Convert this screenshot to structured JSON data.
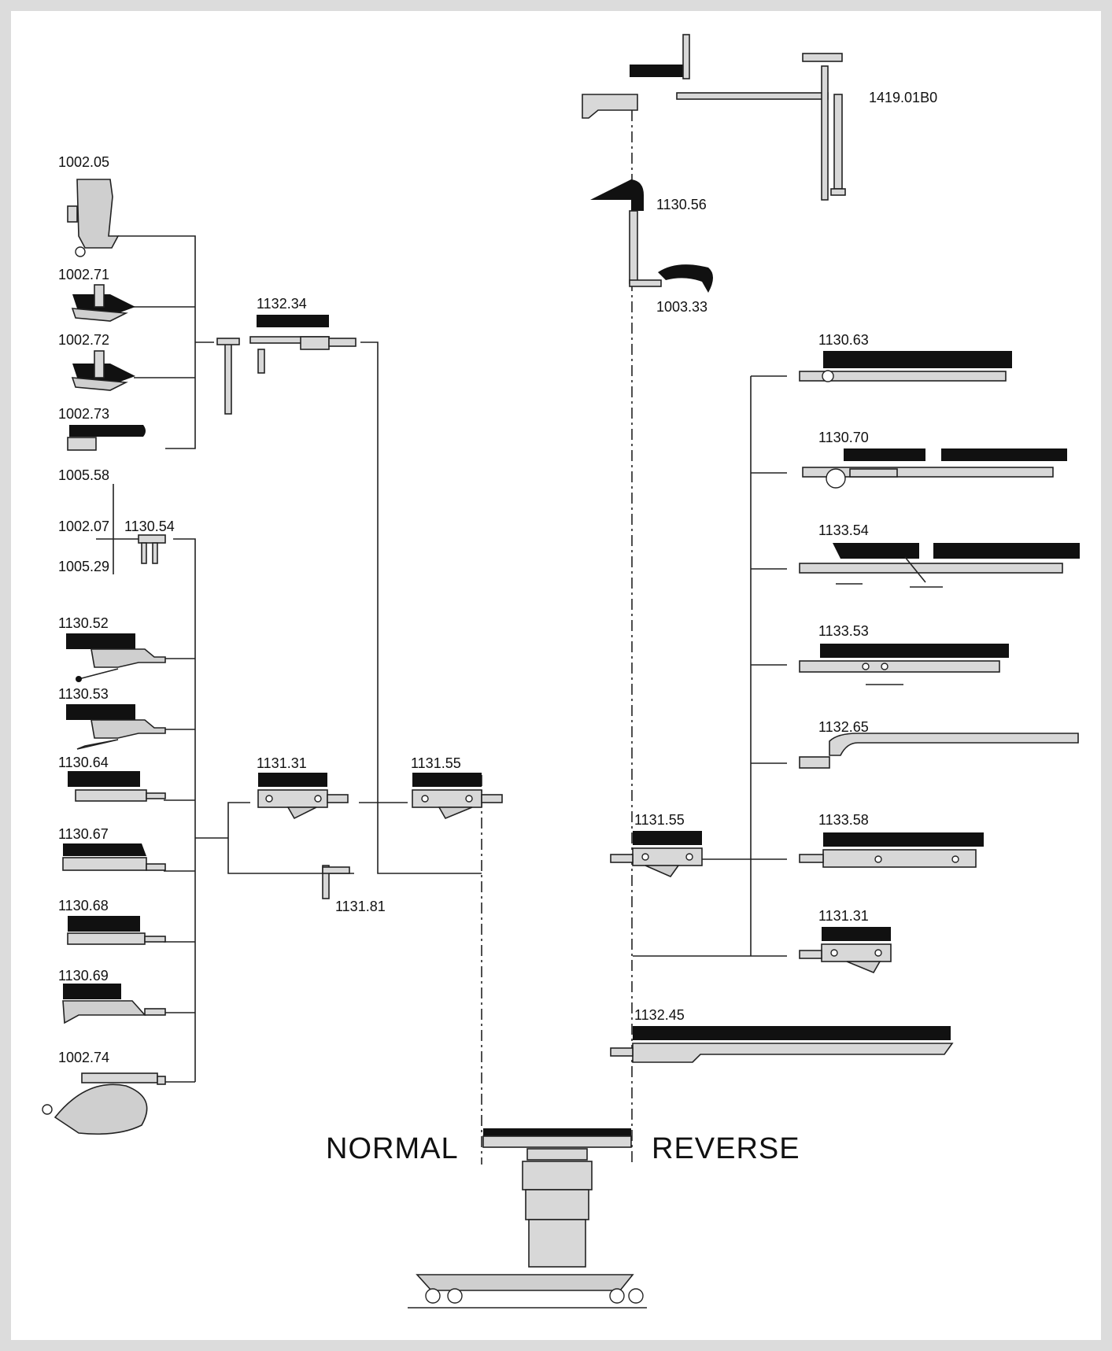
{
  "labels": {
    "p1002_05": "1002.05",
    "p1002_71": "1002.71",
    "p1002_72": "1002.72",
    "p1002_73": "1002.73",
    "p1005_58": "1005.58",
    "p1002_07": "1002.07",
    "p1130_54": "1130.54",
    "p1005_29": "1005.29",
    "p1130_52": "1130.52",
    "p1130_53": "1130.53",
    "p1130_64": "1130.64",
    "p1130_67": "1130.67",
    "p1130_68": "1130.68",
    "p1130_69": "1130.69",
    "p1002_74": "1002.74",
    "p1132_34": "1132.34",
    "p1131_31_left": "1131.31",
    "p1131_81": "1131.81",
    "p1131_55_left": "1131.55",
    "p1419_01B0": "1419.01B0",
    "p1130_56": "1130.56",
    "p1003_33": "1003.33",
    "p1130_63": "1130.63",
    "p1130_70": "1130.70",
    "p1133_54": "1133.54",
    "p1133_53": "1133.53",
    "p1132_65": "1132.65",
    "p1131_55_right": "1131.55",
    "p1133_58": "1133.58",
    "p1131_31_right": "1131.31",
    "p1132_45": "1132.45"
  },
  "orientation": {
    "normal": "NORMAL",
    "reverse": "REVERSE"
  }
}
